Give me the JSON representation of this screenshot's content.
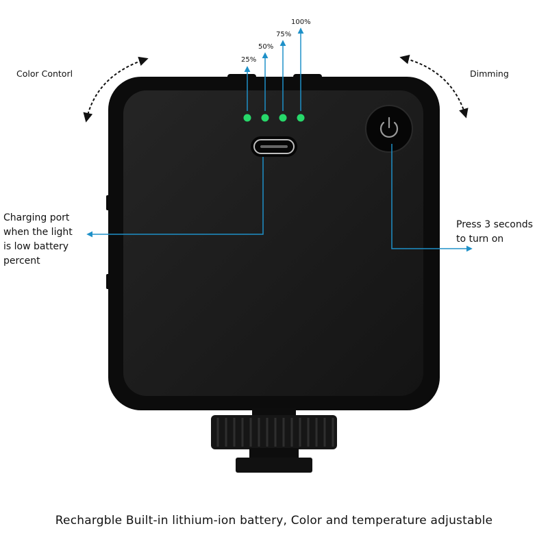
{
  "battery_indicator": {
    "leds": [
      {
        "label": "25%",
        "color": "#27d86a"
      },
      {
        "label": "50%",
        "color": "#27d86a"
      },
      {
        "label": "75%",
        "color": "#27d86a"
      },
      {
        "label": "100%",
        "color": "#27d86a"
      }
    ]
  },
  "labels": {
    "color_control": "Color Contorl",
    "dimming": "Dimming",
    "charging_port": [
      "Charging port",
      "when the light",
      "is low battery",
      "percent"
    ],
    "press_to_turn_on": [
      "Press 3 seconds",
      "to turn on"
    ]
  },
  "caption": "Rechargble Built-in lithium-ion battery, Color and temperature adjustable",
  "colors": {
    "accent_line": "#1e90c8",
    "body": "#0c0c0c",
    "panel": "#1a1a1a"
  },
  "icons": [
    "usb-c-port-icon",
    "power-icon",
    "rotate-arrow-icon"
  ]
}
